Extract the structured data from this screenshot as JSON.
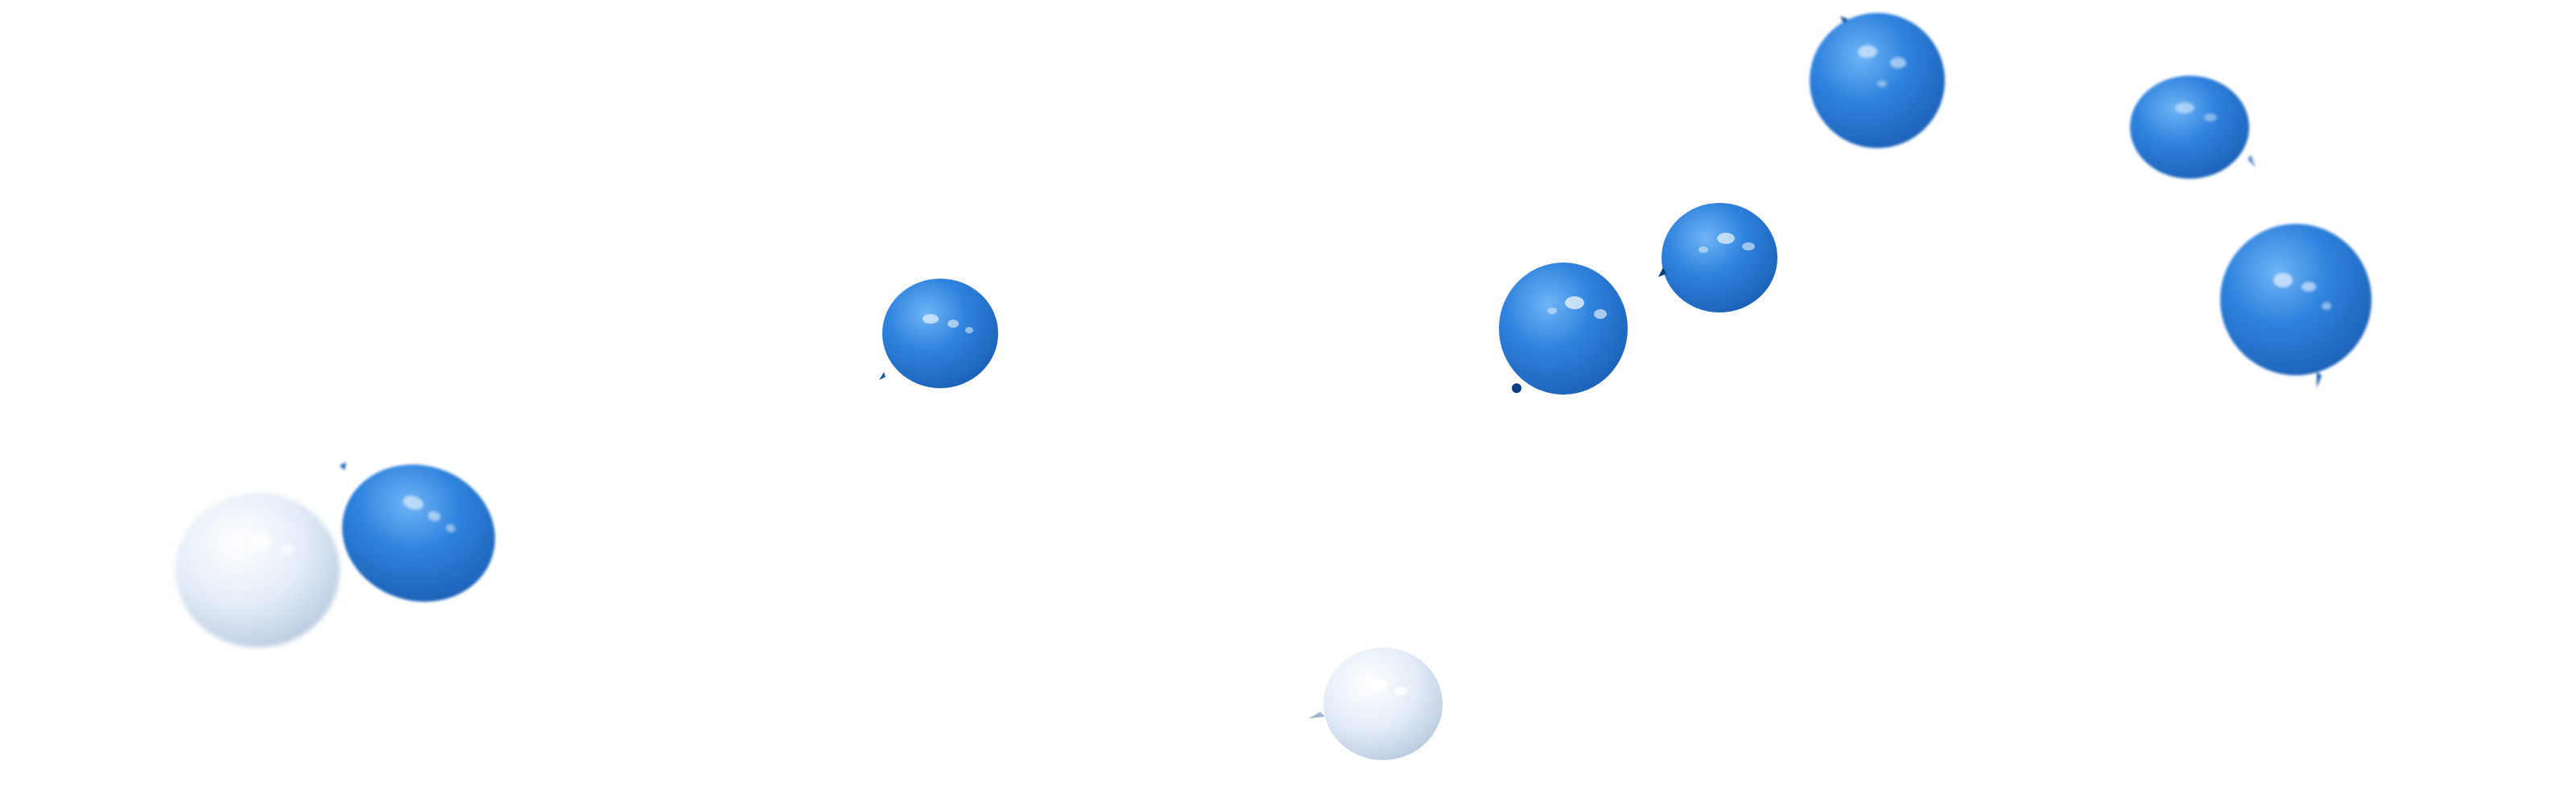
{
  "scene": {
    "background_color": "#ffffff",
    "subject": "balloons",
    "palette": {
      "blue_light": "#5aa7f2",
      "blue_mid": "#2f83de",
      "blue_dark": "#1b5fb5",
      "pale_light": "#f5f9ff",
      "pale_mid": "#dfe9f5",
      "pale_dark": "#b7c9df"
    },
    "balloons": [
      {
        "name": "pale-balloon-left",
        "color": "pale"
      },
      {
        "name": "blue-balloon-left",
        "color": "blue"
      },
      {
        "name": "blue-balloon-center-left",
        "color": "blue"
      },
      {
        "name": "pale-balloon-bottom",
        "color": "pale"
      },
      {
        "name": "blue-balloon-center",
        "color": "blue"
      },
      {
        "name": "blue-balloon-center-upper",
        "color": "blue"
      },
      {
        "name": "blue-balloon-top",
        "color": "blue"
      },
      {
        "name": "blue-balloon-top-right",
        "color": "blue"
      },
      {
        "name": "blue-balloon-right",
        "color": "blue"
      }
    ]
  }
}
